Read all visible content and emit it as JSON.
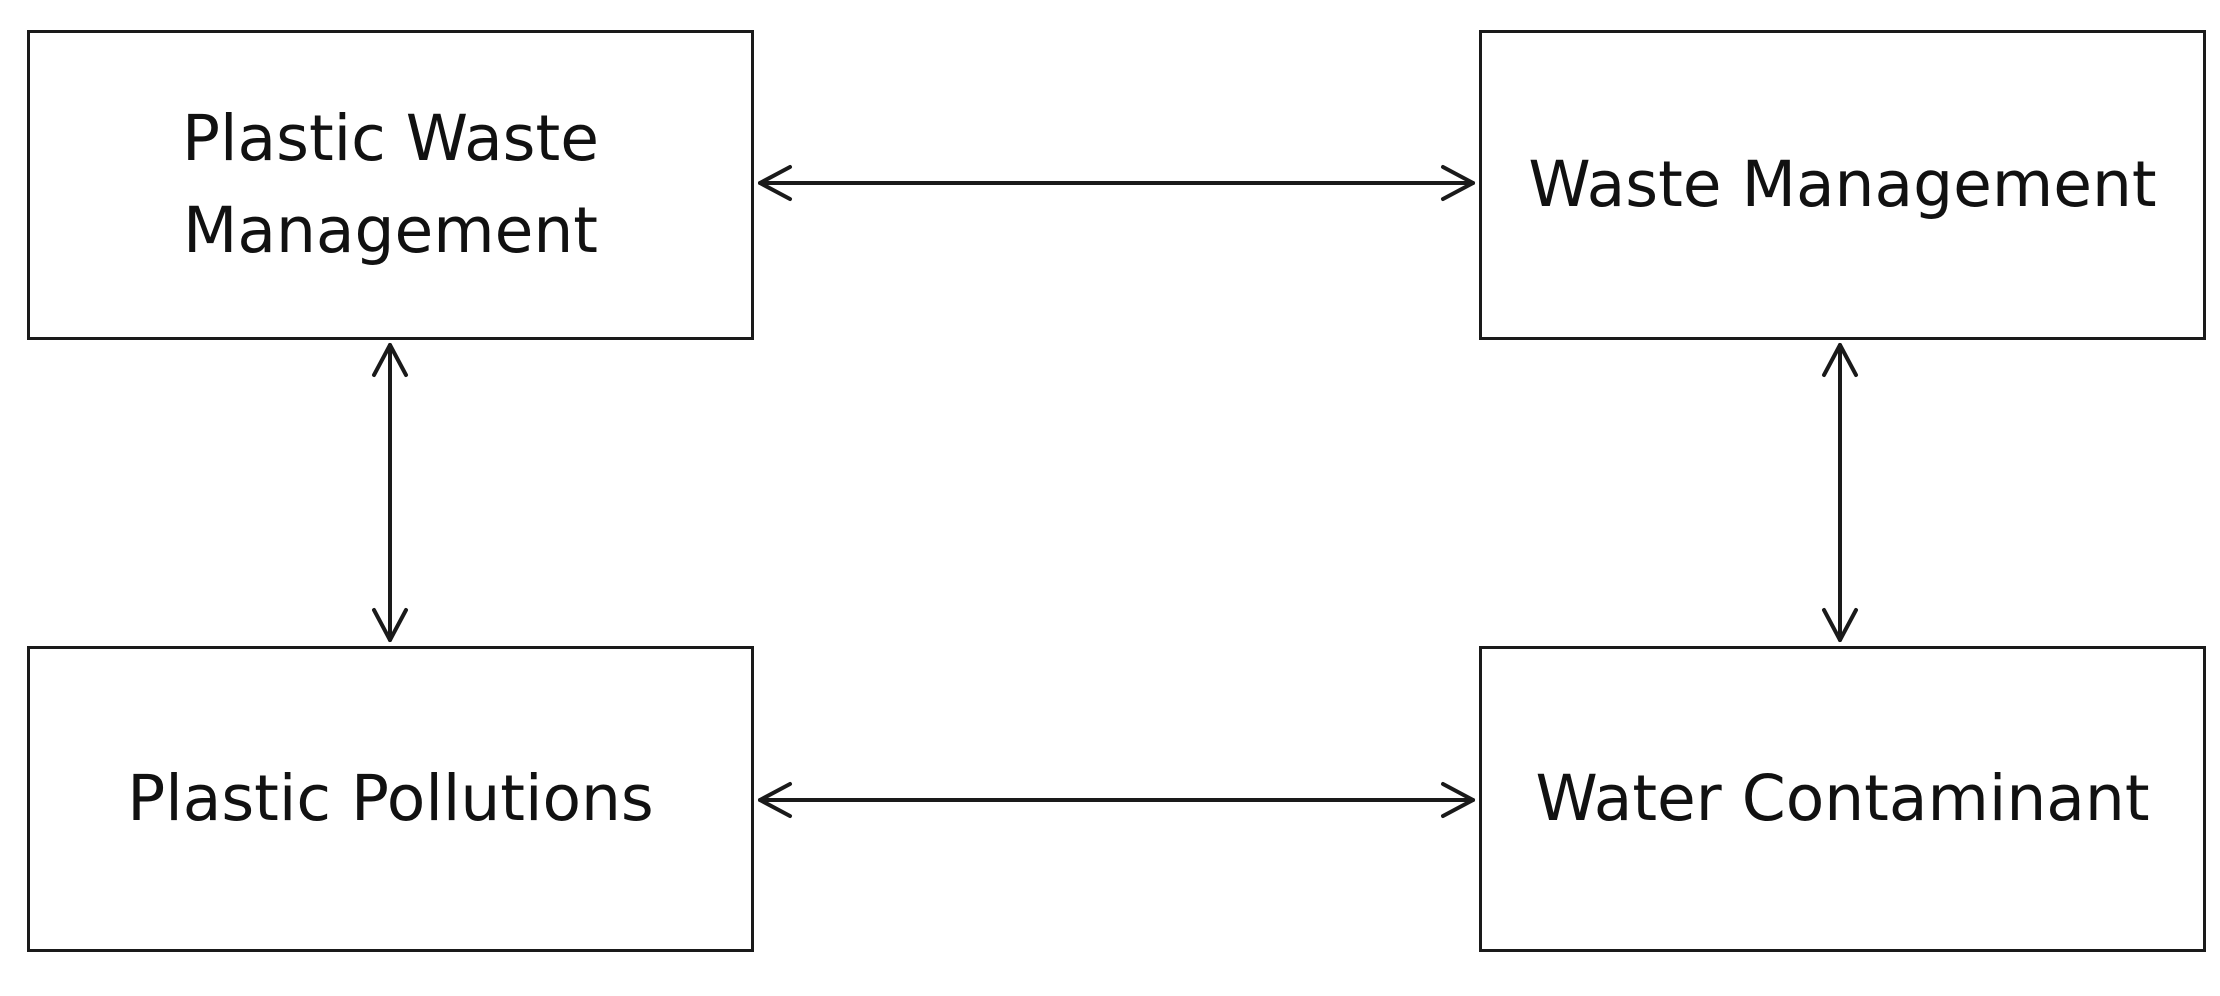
{
  "diagram": {
    "nodes": {
      "plastic_waste_management": {
        "line1": "Plastic Waste",
        "line2": "Management"
      },
      "waste_management": {
        "label": "Waste Management"
      },
      "plastic_pollutions": {
        "label": "Plastic Pollutions"
      },
      "water_contaminant": {
        "label": "Water Contaminant"
      }
    },
    "edges": [
      {
        "from": "Plastic Waste Management",
        "to": "Waste Management",
        "direction": "bidirectional"
      },
      {
        "from": "Plastic Waste Management",
        "to": "Plastic Pollutions",
        "direction": "bidirectional"
      },
      {
        "from": "Waste Management",
        "to": "Water Contaminant",
        "direction": "bidirectional"
      },
      {
        "from": "Plastic Pollutions",
        "to": "Water Contaminant",
        "direction": "bidirectional"
      }
    ],
    "colors": {
      "stroke": "#1a1a1a",
      "background": "#ffffff",
      "text": "#111111"
    }
  }
}
